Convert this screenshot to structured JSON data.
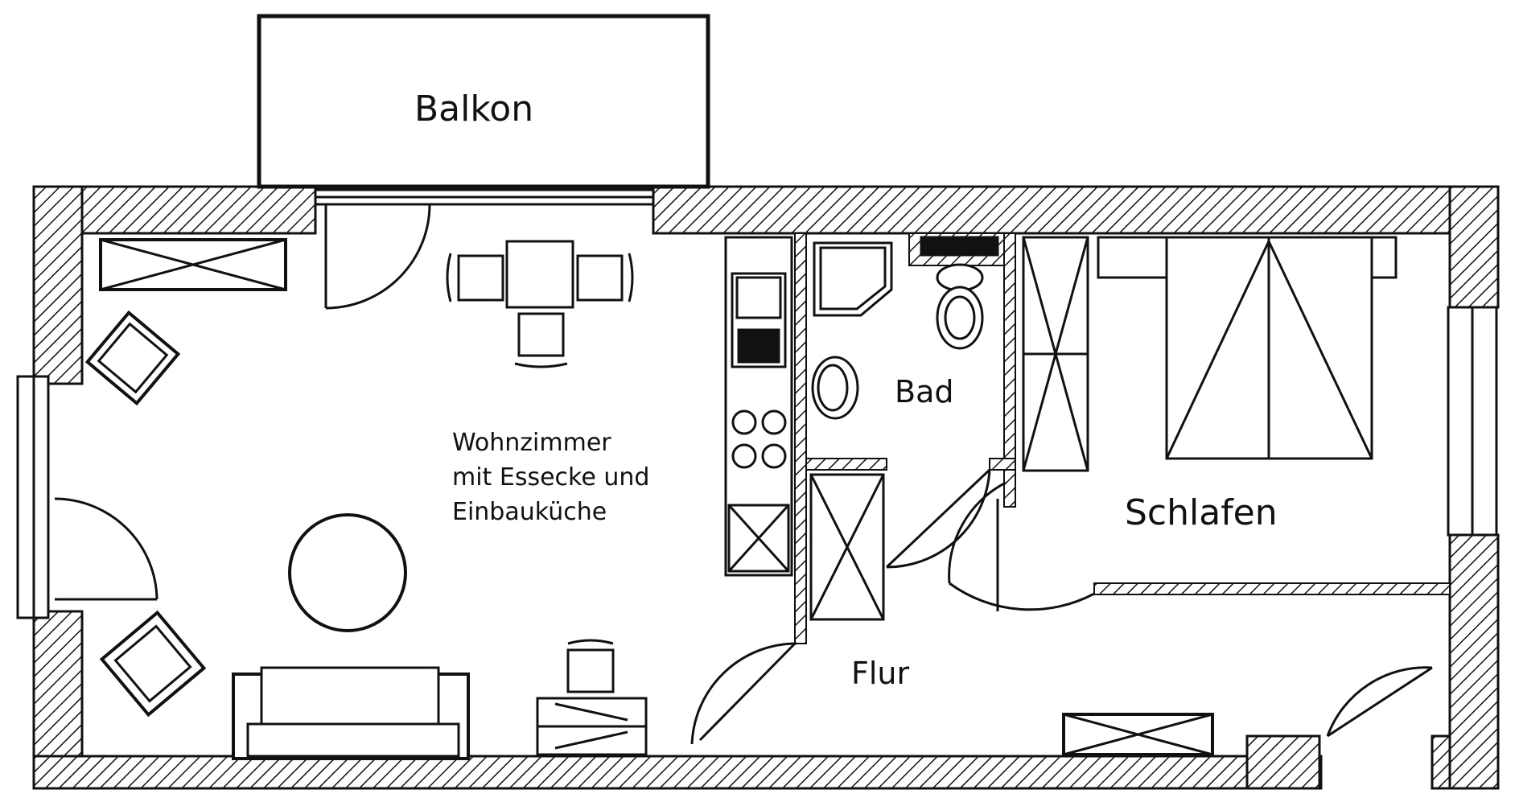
{
  "rooms": {
    "balkon": "Balkon",
    "wohnzimmer": [
      "Wohnzimmer",
      "mit Essecke und",
      "Einbauküche"
    ],
    "bad": "Bad",
    "schlafen": "Schlafen",
    "flur": "Flur"
  },
  "colors": {
    "ink": "#111111",
    "paper": "#ffffff"
  }
}
